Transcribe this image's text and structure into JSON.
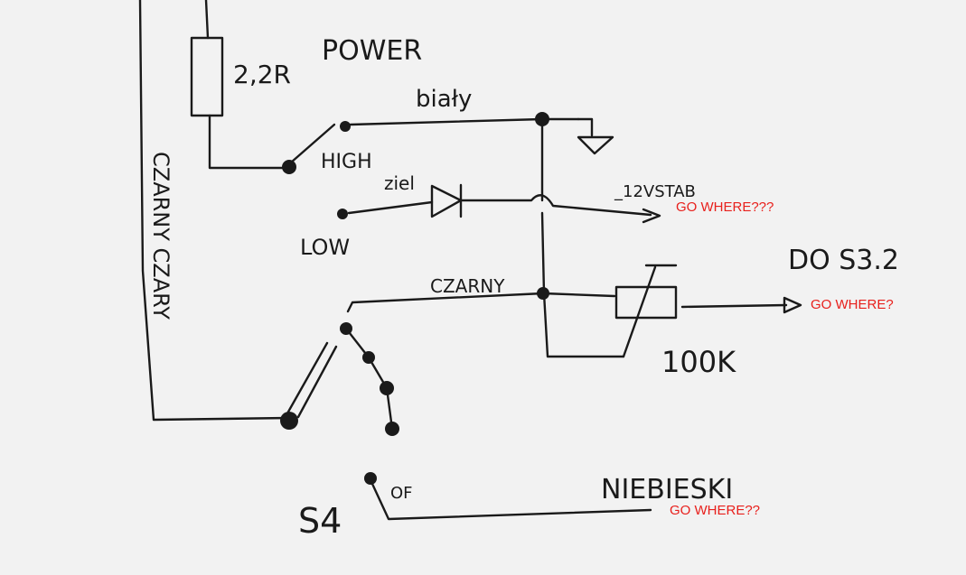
{
  "diagram": {
    "labels": {
      "resistor_value": "2,2R",
      "power": "POWER",
      "white_wire": "biały",
      "high": "HIGH",
      "green_wire": "ziel",
      "low": "LOW",
      "twelve_v": "_12VSTAB",
      "alarm_vertical": "CZARNY CZARY",
      "alarm": "CZARNY",
      "do_s32": "DO S3.2",
      "resistor_100k": "100K",
      "blue_wire": "NIEBIESKI",
      "switch_s4": "S4",
      "off": "OF"
    },
    "annotations": [
      {
        "text": "GO WHERE???",
        "target": "12VSTAB"
      },
      {
        "text": "GO WHERE?",
        "target": "DO S3.2"
      },
      {
        "text": "GO WHERE??",
        "target": "NIEBIESKI"
      }
    ],
    "colors": {
      "ink": "#1a1a1a",
      "annotation": "#e8201c",
      "paper": "#f2f2f2"
    }
  }
}
